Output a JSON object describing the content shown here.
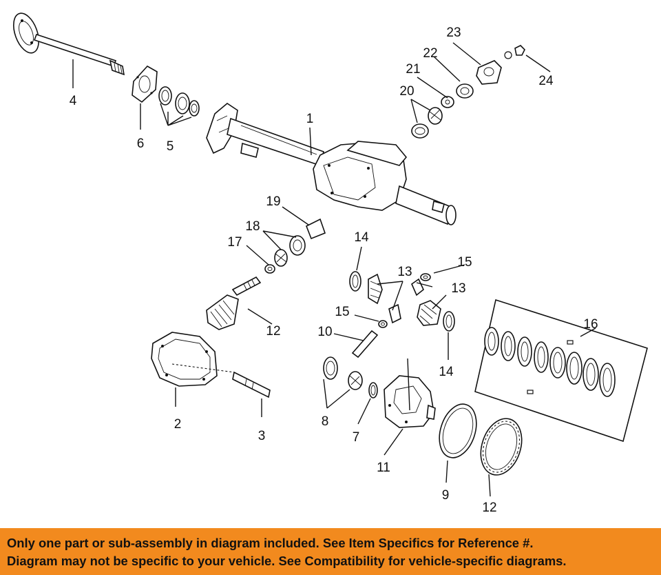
{
  "callouts": [
    {
      "id": "label-1",
      "text": "1"
    },
    {
      "id": "label-2",
      "text": "2"
    },
    {
      "id": "label-3",
      "text": "3"
    },
    {
      "id": "label-4",
      "text": "4"
    },
    {
      "id": "label-5",
      "text": "5"
    },
    {
      "id": "label-6",
      "text": "6"
    },
    {
      "id": "label-7",
      "text": "7"
    },
    {
      "id": "label-8",
      "text": "8"
    },
    {
      "id": "label-9",
      "text": "9"
    },
    {
      "id": "label-10",
      "text": "10"
    },
    {
      "id": "label-11",
      "text": "11"
    },
    {
      "id": "label-12a",
      "text": "12"
    },
    {
      "id": "label-12b",
      "text": "12"
    },
    {
      "id": "label-13a",
      "text": "13"
    },
    {
      "id": "label-13b",
      "text": "13"
    },
    {
      "id": "label-14a",
      "text": "14"
    },
    {
      "id": "label-14b",
      "text": "14"
    },
    {
      "id": "label-15a",
      "text": "15"
    },
    {
      "id": "label-15b",
      "text": "15"
    },
    {
      "id": "label-16",
      "text": "16"
    },
    {
      "id": "label-17",
      "text": "17"
    },
    {
      "id": "label-18",
      "text": "18"
    },
    {
      "id": "label-19",
      "text": "19"
    },
    {
      "id": "label-20",
      "text": "20"
    },
    {
      "id": "label-21",
      "text": "21"
    },
    {
      "id": "label-22",
      "text": "22"
    },
    {
      "id": "label-23",
      "text": "23"
    },
    {
      "id": "label-24",
      "text": "24"
    }
  ],
  "footer": {
    "line1": "Only one part or sub-assembly in diagram included. See Item Specifics for Reference #.",
    "line2": "Diagram may not be specific to your vehicle. See Compatibility for vehicle-specific diagrams.",
    "background_color": "#f28a1e"
  }
}
